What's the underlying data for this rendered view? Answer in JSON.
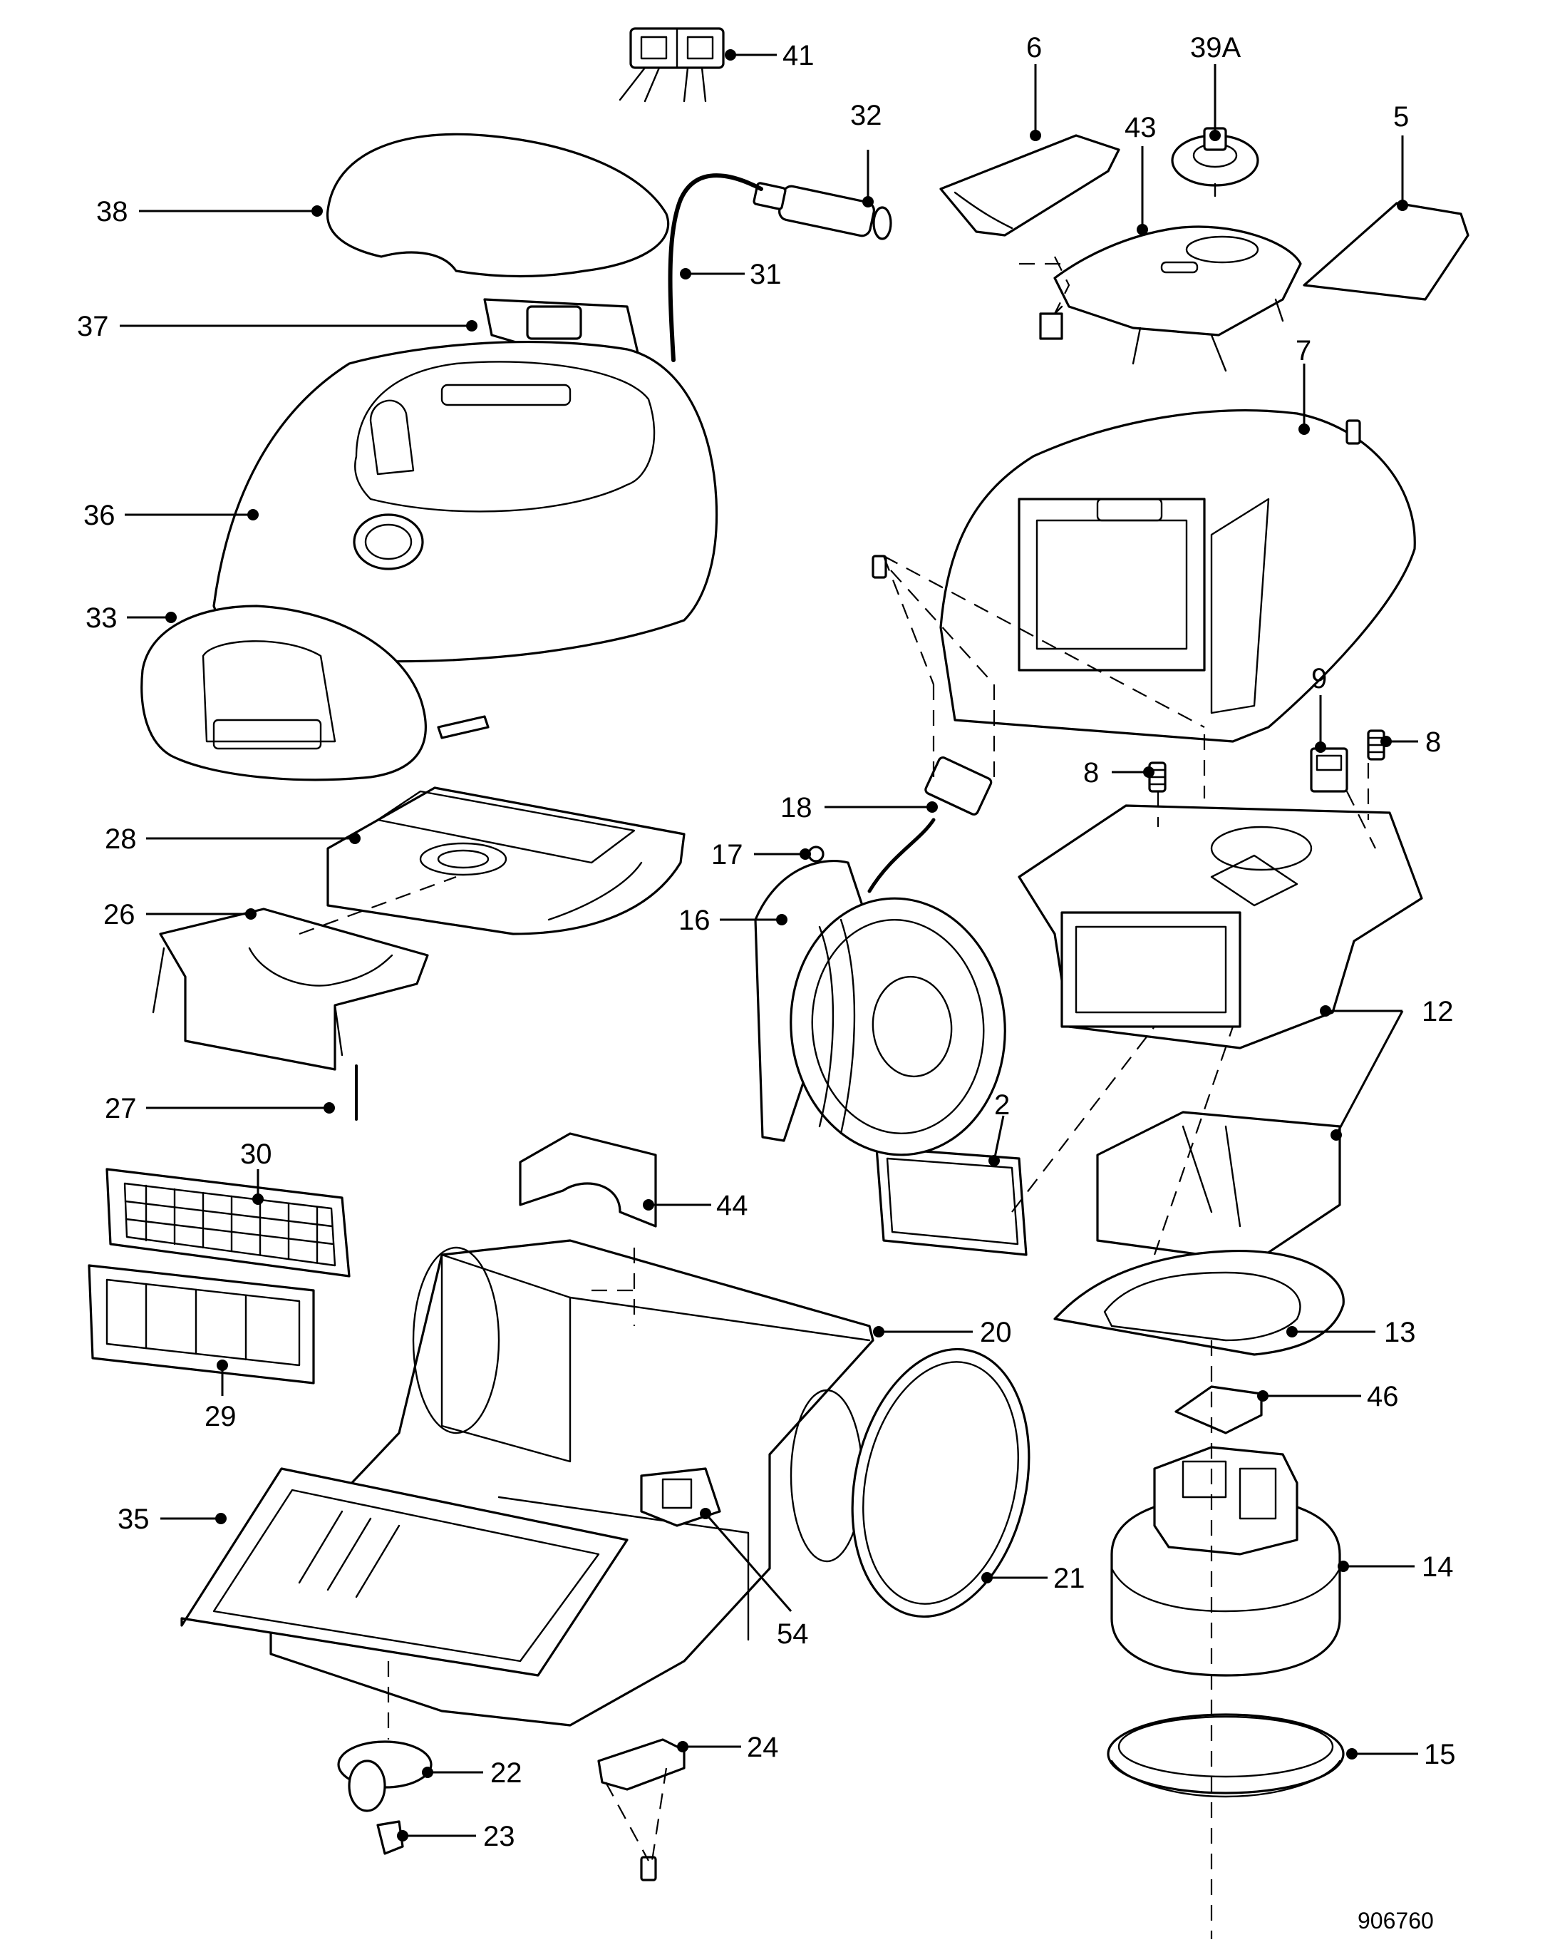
{
  "diagram": {
    "reference_number": "906760",
    "callouts": [
      {
        "id": "c41",
        "label": "41"
      },
      {
        "id": "c32",
        "label": "32"
      },
      {
        "id": "c6",
        "label": "6"
      },
      {
        "id": "c39a",
        "label": "39A"
      },
      {
        "id": "c43",
        "label": "43"
      },
      {
        "id": "c5",
        "label": "5"
      },
      {
        "id": "c38",
        "label": "38"
      },
      {
        "id": "c31",
        "label": "31"
      },
      {
        "id": "c37",
        "label": "37"
      },
      {
        "id": "c7",
        "label": "7"
      },
      {
        "id": "c36",
        "label": "36"
      },
      {
        "id": "c33",
        "label": "33"
      },
      {
        "id": "c9",
        "label": "9"
      },
      {
        "id": "c8a",
        "label": "8"
      },
      {
        "id": "c8b",
        "label": "8"
      },
      {
        "id": "c28",
        "label": "28"
      },
      {
        "id": "c18",
        "label": "18"
      },
      {
        "id": "c17",
        "label": "17"
      },
      {
        "id": "c26",
        "label": "26"
      },
      {
        "id": "c16",
        "label": "16"
      },
      {
        "id": "c12",
        "label": "12"
      },
      {
        "id": "c27",
        "label": "27"
      },
      {
        "id": "c2",
        "label": "2"
      },
      {
        "id": "c30",
        "label": "30"
      },
      {
        "id": "c44",
        "label": "44"
      },
      {
        "id": "c13",
        "label": "13"
      },
      {
        "id": "c20",
        "label": "20"
      },
      {
        "id": "c29",
        "label": "29"
      },
      {
        "id": "c46",
        "label": "46"
      },
      {
        "id": "c35",
        "label": "35"
      },
      {
        "id": "c14",
        "label": "14"
      },
      {
        "id": "c21",
        "label": "21"
      },
      {
        "id": "c54",
        "label": "54"
      },
      {
        "id": "c24",
        "label": "24"
      },
      {
        "id": "c15",
        "label": "15"
      },
      {
        "id": "c22",
        "label": "22"
      },
      {
        "id": "c23",
        "label": "23"
      }
    ]
  }
}
